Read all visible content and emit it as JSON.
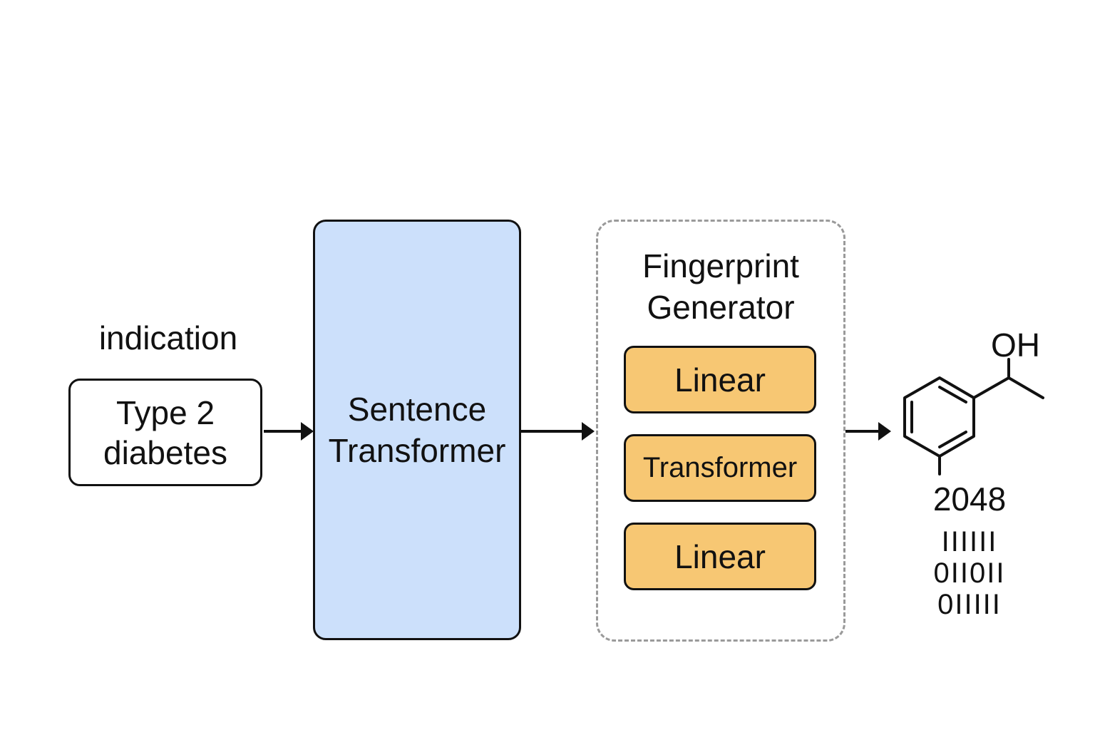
{
  "input": {
    "label": "indication",
    "value_line1": "Type 2",
    "value_line2": "diabetes"
  },
  "encoder": {
    "line1": "Sentence",
    "line2": "Transformer"
  },
  "fingerprint_generator": {
    "title_line1": "Fingerprint",
    "title_line2": "Generator",
    "layers": [
      "Linear",
      "Transformer",
      "Linear"
    ]
  },
  "output": {
    "molecule_label": "OH",
    "dimension": "2048",
    "bits": [
      "IIIIII",
      "0II0II",
      "0IIIII"
    ]
  },
  "colors": {
    "encoder_fill": "#cce0fb",
    "layer_fill": "#f7c773",
    "dashed_border": "#9a9a9a",
    "stroke": "#111111"
  }
}
